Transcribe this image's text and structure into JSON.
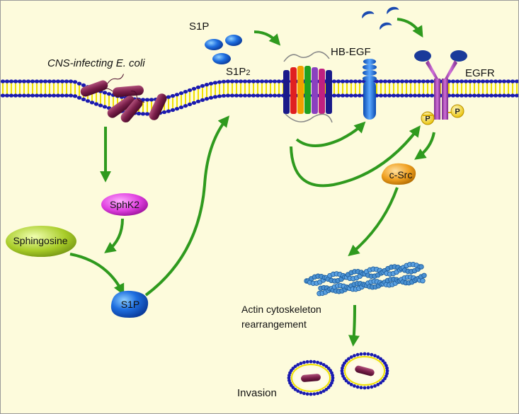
{
  "labels": {
    "ecoli": "CNS-infecting E. coli",
    "s1p_top": "S1P",
    "s1p2": "S1P",
    "s1p2_sub": "2",
    "hbegf": "HB-EGF",
    "egfr": "EGFR",
    "csrc": "c-Src",
    "sphk2": "SphK2",
    "sphingosine": "Sphingosine",
    "s1p_bottom": "S1P",
    "actin_line1": "Actin cytoskeleton",
    "actin_line2": "rearrangement",
    "invasion": "Invasion",
    "phospho": "P"
  },
  "colors": {
    "background": "#fdfbdc",
    "arrow": "#2f9a1e",
    "membrane_head": "#1a1ab0",
    "membrane_tail": "#f0e000",
    "egfr": "#b04ab8",
    "hbegf": "#1e6fd8",
    "bacteria": "#7a1f4a",
    "s1p": "#1f6fe0",
    "sphk2": "#e040e0",
    "sphingosine": "#9ac220",
    "csrc": "#f0a020",
    "phospho": "#f5d020",
    "actin": "#3f7fbf"
  }
}
